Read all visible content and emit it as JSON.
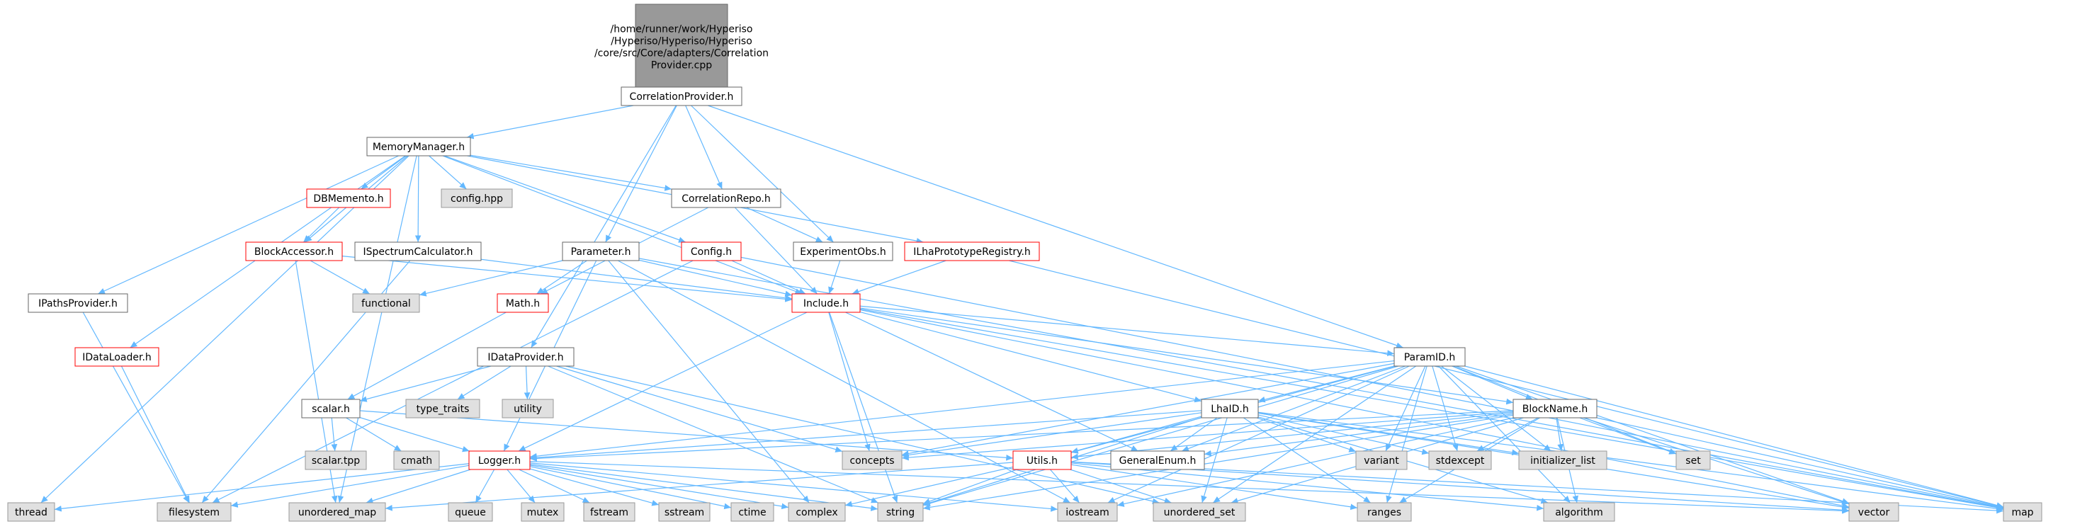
{
  "colors": {
    "root_fill": "#999999",
    "root_border": "#666666",
    "local_fill": "#ffffff",
    "local_border": "#666666",
    "truncated_border": "#ff0000",
    "external_fill": "#e0e0e0",
    "external_border": "#999999",
    "edge": "#63b8ff"
  },
  "nodes": [
    {
      "id": "root",
      "lines": [
        "/home/runner/work/Hyperiso",
        "/Hyperiso/Hyperiso/Hyperiso",
        "/core/src/Core/adapters/Correlation",
        "Provider.cpp"
      ],
      "kind": "root"
    },
    {
      "id": "CorrelationProvider",
      "lines": [
        "CorrelationProvider.h"
      ],
      "kind": "local"
    },
    {
      "id": "MemoryManager",
      "lines": [
        "MemoryManager.h"
      ],
      "kind": "local"
    },
    {
      "id": "CorrelationRepo",
      "lines": [
        "CorrelationRepo.h"
      ],
      "kind": "local"
    },
    {
      "id": "DBMemento",
      "lines": [
        "DBMemento.h"
      ],
      "kind": "truncated"
    },
    {
      "id": "confighpp",
      "lines": [
        "config.hpp"
      ],
      "kind": "external"
    },
    {
      "id": "BlockAccessor",
      "lines": [
        "BlockAccessor.h"
      ],
      "kind": "truncated"
    },
    {
      "id": "ISpectrumCalculator",
      "lines": [
        "ISpectrumCalculator.h"
      ],
      "kind": "local"
    },
    {
      "id": "Parameter",
      "lines": [
        "Parameter.h"
      ],
      "kind": "local"
    },
    {
      "id": "Config",
      "lines": [
        "Config.h"
      ],
      "kind": "truncated"
    },
    {
      "id": "ExperimentObs",
      "lines": [
        "ExperimentObs.h"
      ],
      "kind": "local"
    },
    {
      "id": "ILhaPrototypeRegistry",
      "lines": [
        "ILhaPrototypeRegistry.h"
      ],
      "kind": "truncated"
    },
    {
      "id": "IPathsProvider",
      "lines": [
        "IPathsProvider.h"
      ],
      "kind": "local"
    },
    {
      "id": "functional",
      "lines": [
        "functional"
      ],
      "kind": "external"
    },
    {
      "id": "Math",
      "lines": [
        "Math.h"
      ],
      "kind": "truncated"
    },
    {
      "id": "Include",
      "lines": [
        "Include.h"
      ],
      "kind": "truncated"
    },
    {
      "id": "IDataLoader",
      "lines": [
        "IDataLoader.h"
      ],
      "kind": "truncated"
    },
    {
      "id": "IDataProvider",
      "lines": [
        "IDataProvider.h"
      ],
      "kind": "local"
    },
    {
      "id": "ParamID",
      "lines": [
        "ParamID.h"
      ],
      "kind": "local"
    },
    {
      "id": "type_traits",
      "lines": [
        "type_traits"
      ],
      "kind": "external"
    },
    {
      "id": "utility",
      "lines": [
        "utility"
      ],
      "kind": "external"
    },
    {
      "id": "LhaID",
      "lines": [
        "LhaID.h"
      ],
      "kind": "local"
    },
    {
      "id": "BlockName",
      "lines": [
        "BlockName.h"
      ],
      "kind": "local"
    },
    {
      "id": "scalar",
      "lines": [
        "scalar.h"
      ],
      "kind": "local"
    },
    {
      "id": "scalartpp",
      "lines": [
        "scalar.tpp"
      ],
      "kind": "external"
    },
    {
      "id": "cmath",
      "lines": [
        "cmath"
      ],
      "kind": "external"
    },
    {
      "id": "Logger",
      "lines": [
        "Logger.h"
      ],
      "kind": "truncated"
    },
    {
      "id": "concepts",
      "lines": [
        "concepts"
      ],
      "kind": "external"
    },
    {
      "id": "Utils",
      "lines": [
        "Utils.h"
      ],
      "kind": "truncated"
    },
    {
      "id": "GeneralEnum",
      "lines": [
        "GeneralEnum.h"
      ],
      "kind": "local"
    },
    {
      "id": "variant",
      "lines": [
        "variant"
      ],
      "kind": "external"
    },
    {
      "id": "stdexcept",
      "lines": [
        "stdexcept"
      ],
      "kind": "external"
    },
    {
      "id": "initializer_list",
      "lines": [
        "initializer_list"
      ],
      "kind": "external"
    },
    {
      "id": "set",
      "lines": [
        "set"
      ],
      "kind": "external"
    },
    {
      "id": "thread",
      "lines": [
        "thread"
      ],
      "kind": "external"
    },
    {
      "id": "filesystem",
      "lines": [
        "filesystem"
      ],
      "kind": "external"
    },
    {
      "id": "unordered_map",
      "lines": [
        "unordered_map"
      ],
      "kind": "external"
    },
    {
      "id": "queue",
      "lines": [
        "queue"
      ],
      "kind": "external"
    },
    {
      "id": "mutex",
      "lines": [
        "mutex"
      ],
      "kind": "external"
    },
    {
      "id": "fstream",
      "lines": [
        "fstream"
      ],
      "kind": "external"
    },
    {
      "id": "sstream",
      "lines": [
        "sstream"
      ],
      "kind": "external"
    },
    {
      "id": "ctime",
      "lines": [
        "ctime"
      ],
      "kind": "external"
    },
    {
      "id": "complex",
      "lines": [
        "complex"
      ],
      "kind": "external"
    },
    {
      "id": "string",
      "lines": [
        "string"
      ],
      "kind": "external"
    },
    {
      "id": "iostream",
      "lines": [
        "iostream"
      ],
      "kind": "external"
    },
    {
      "id": "unordered_set",
      "lines": [
        "unordered_set"
      ],
      "kind": "external"
    },
    {
      "id": "ranges",
      "lines": [
        "ranges"
      ],
      "kind": "external"
    },
    {
      "id": "algorithm",
      "lines": [
        "algorithm"
      ],
      "kind": "external"
    },
    {
      "id": "vector",
      "lines": [
        "vector"
      ],
      "kind": "external"
    },
    {
      "id": "map",
      "lines": [
        "map"
      ],
      "kind": "external"
    }
  ],
  "edges": [
    [
      "root",
      "CorrelationProvider"
    ],
    [
      "CorrelationProvider",
      "MemoryManager"
    ],
    [
      "CorrelationProvider",
      "CorrelationRepo"
    ],
    [
      "CorrelationProvider",
      "Parameter"
    ],
    [
      "CorrelationProvider",
      "ExperimentObs"
    ],
    [
      "CorrelationProvider",
      "IDataProvider"
    ],
    [
      "CorrelationProvider",
      "ParamID"
    ],
    [
      "MemoryManager",
      "DBMemento"
    ],
    [
      "MemoryManager",
      "confighpp"
    ],
    [
      "MemoryManager",
      "BlockAccessor"
    ],
    [
      "MemoryManager",
      "ISpectrumCalculator"
    ],
    [
      "MemoryManager",
      "CorrelationRepo"
    ],
    [
      "MemoryManager",
      "Config"
    ],
    [
      "MemoryManager",
      "ILhaPrototypeRegistry"
    ],
    [
      "MemoryManager",
      "IPathsProvider"
    ],
    [
      "MemoryManager",
      "IDataLoader"
    ],
    [
      "MemoryManager",
      "Include"
    ],
    [
      "MemoryManager",
      "thread"
    ],
    [
      "MemoryManager",
      "unordered_map"
    ],
    [
      "DBMemento",
      "BlockAccessor"
    ],
    [
      "BlockAccessor",
      "functional"
    ],
    [
      "BlockAccessor",
      "Include"
    ],
    [
      "BlockAccessor",
      "unordered_map"
    ],
    [
      "ISpectrumCalculator",
      "Include"
    ],
    [
      "ISpectrumCalculator",
      "filesystem"
    ],
    [
      "CorrelationRepo",
      "ExperimentObs"
    ],
    [
      "CorrelationRepo",
      "Include"
    ],
    [
      "CorrelationRepo",
      "Math"
    ],
    [
      "Parameter",
      "Math"
    ],
    [
      "Parameter",
      "functional"
    ],
    [
      "Parameter",
      "Include"
    ],
    [
      "Parameter",
      "Logger"
    ],
    [
      "Parameter",
      "complex"
    ],
    [
      "Parameter",
      "iostream"
    ],
    [
      "Parameter",
      "map"
    ],
    [
      "Config",
      "Include"
    ],
    [
      "Config",
      "filesystem"
    ],
    [
      "Config",
      "map"
    ],
    [
      "ExperimentObs",
      "Include"
    ],
    [
      "ILhaPrototypeRegistry",
      "Include"
    ],
    [
      "ILhaPrototypeRegistry",
      "map"
    ],
    [
      "IPathsProvider",
      "filesystem"
    ],
    [
      "IDataLoader",
      "filesystem"
    ],
    [
      "Math",
      "scalar"
    ],
    [
      "IDataProvider",
      "scalar"
    ],
    [
      "IDataProvider",
      "type_traits"
    ],
    [
      "IDataProvider",
      "utility"
    ],
    [
      "IDataProvider",
      "concepts"
    ],
    [
      "IDataProvider",
      "string"
    ],
    [
      "IDataProvider",
      "unordered_set"
    ],
    [
      "scalar",
      "scalartpp"
    ],
    [
      "scalar",
      "cmath"
    ],
    [
      "scalar",
      "Logger"
    ],
    [
      "scalar",
      "Utils"
    ],
    [
      "Include",
      "ParamID"
    ],
    [
      "Include",
      "LhaID"
    ],
    [
      "Include",
      "BlockName"
    ],
    [
      "Include",
      "GeneralEnum"
    ],
    [
      "Include",
      "Logger"
    ],
    [
      "Include",
      "concepts"
    ],
    [
      "Include",
      "string"
    ],
    [
      "Include",
      "vector"
    ],
    [
      "Include",
      "map"
    ],
    [
      "ParamID",
      "LhaID"
    ],
    [
      "ParamID",
      "BlockName"
    ],
    [
      "ParamID",
      "Logger"
    ],
    [
      "ParamID",
      "concepts"
    ],
    [
      "ParamID",
      "Utils"
    ],
    [
      "ParamID",
      "GeneralEnum"
    ],
    [
      "ParamID",
      "variant"
    ],
    [
      "ParamID",
      "stdexcept"
    ],
    [
      "ParamID",
      "initializer_list"
    ],
    [
      "ParamID",
      "set"
    ],
    [
      "ParamID",
      "string"
    ],
    [
      "ParamID",
      "iostream"
    ],
    [
      "ParamID",
      "unordered_set"
    ],
    [
      "ParamID",
      "ranges"
    ],
    [
      "ParamID",
      "algorithm"
    ],
    [
      "ParamID",
      "vector"
    ],
    [
      "ParamID",
      "map"
    ],
    [
      "LhaID",
      "Logger"
    ],
    [
      "LhaID",
      "concepts"
    ],
    [
      "LhaID",
      "Utils"
    ],
    [
      "LhaID",
      "GeneralEnum"
    ],
    [
      "LhaID",
      "variant"
    ],
    [
      "LhaID",
      "stdexcept"
    ],
    [
      "LhaID",
      "initializer_list"
    ],
    [
      "LhaID",
      "string"
    ],
    [
      "LhaID",
      "unordered_set"
    ],
    [
      "LhaID",
      "ranges"
    ],
    [
      "LhaID",
      "algorithm"
    ],
    [
      "LhaID",
      "vector"
    ],
    [
      "LhaID",
      "map"
    ],
    [
      "BlockName",
      "Logger"
    ],
    [
      "BlockName",
      "concepts"
    ],
    [
      "BlockName",
      "Utils"
    ],
    [
      "BlockName",
      "GeneralEnum"
    ],
    [
      "BlockName",
      "stdexcept"
    ],
    [
      "BlockName",
      "initializer_list"
    ],
    [
      "BlockName",
      "set"
    ],
    [
      "BlockName",
      "string"
    ],
    [
      "BlockName",
      "iostream"
    ],
    [
      "BlockName",
      "unordered_set"
    ],
    [
      "BlockName",
      "ranges"
    ],
    [
      "BlockName",
      "algorithm"
    ],
    [
      "BlockName",
      "vector"
    ],
    [
      "BlockName",
      "map"
    ],
    [
      "Logger",
      "thread"
    ],
    [
      "Logger",
      "filesystem"
    ],
    [
      "Logger",
      "unordered_map"
    ],
    [
      "Logger",
      "queue"
    ],
    [
      "Logger",
      "mutex"
    ],
    [
      "Logger",
      "fstream"
    ],
    [
      "Logger",
      "sstream"
    ],
    [
      "Logger",
      "ctime"
    ],
    [
      "Logger",
      "complex"
    ],
    [
      "Logger",
      "string"
    ],
    [
      "Logger",
      "iostream"
    ],
    [
      "Logger",
      "vector"
    ],
    [
      "Utils",
      "string"
    ],
    [
      "Utils",
      "complex"
    ],
    [
      "Utils",
      "iostream"
    ],
    [
      "Utils",
      "unordered_set"
    ],
    [
      "Utils",
      "ranges"
    ],
    [
      "Utils",
      "algorithm"
    ],
    [
      "Utils",
      "vector"
    ],
    [
      "Utils",
      "map"
    ],
    [
      "Utils",
      "unordered_map"
    ]
  ]
}
